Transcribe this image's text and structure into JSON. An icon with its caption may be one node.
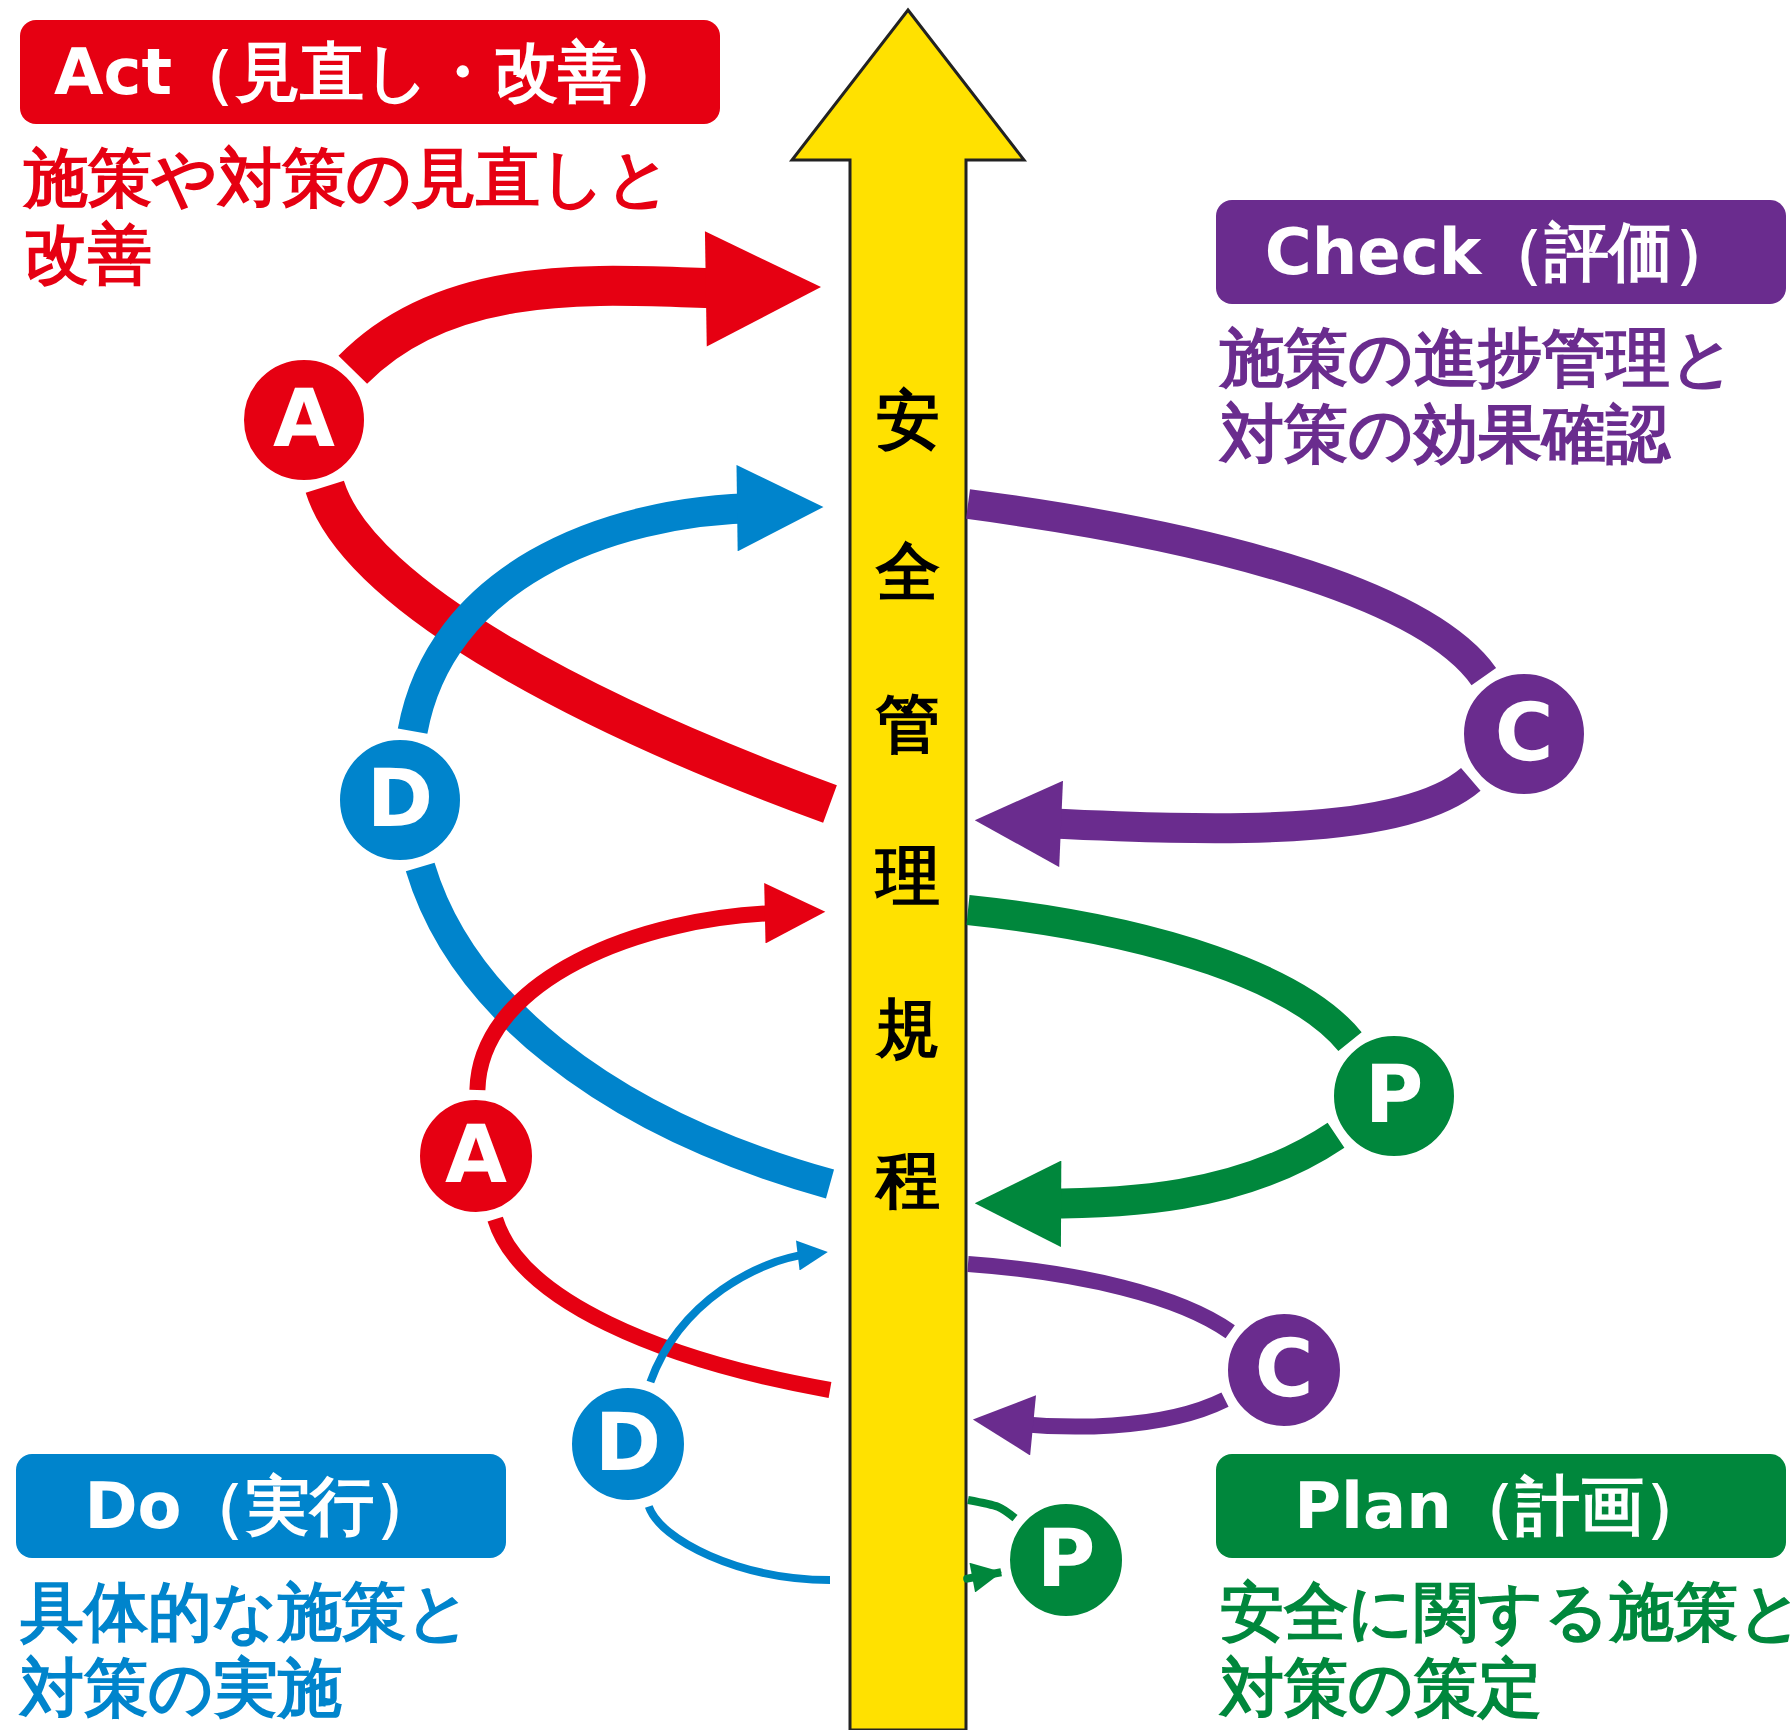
{
  "diagram": {
    "nodes": [
      {
        "text": [
          "Act（見直し・改善）",
          "施策や対策の見直しと改善"
        ]
      },
      {
        "text": [
          "Check（評価）",
          "施策の進捗管理と対策の効果確認"
        ]
      },
      {
        "text": [
          "安全管理規程"
        ]
      },
      {
        "text": [
          "A"
        ]
      },
      {
        "text": [
          "C"
        ]
      },
      {
        "text": [
          "D"
        ]
      },
      {
        "text": [
          "P"
        ]
      },
      {
        "text": [
          "A"
        ]
      },
      {
        "text": [
          "C"
        ]
      },
      {
        "text": [
          "D"
        ]
      },
      {
        "text": [
          "Do（実行）",
          "具体的な施策と対策の実施"
        ]
      },
      {
        "text": [
          "Plan（計画）",
          "安全に関する施策と対策の策定"
        ]
      },
      {
        "text": [
          "P"
        ]
      }
    ],
    "edges": [
      {
        "from": 2,
        "to": 3,
        "arrow": "none",
        "style": "thick",
        "color": "#e60012"
      },
      {
        "from": 3,
        "to": 2,
        "arrow": "to",
        "style": "thick",
        "color": "#e60012"
      },
      {
        "from": 2,
        "to": 4,
        "arrow": "none",
        "style": "thick",
        "color": "#6a2c8e"
      },
      {
        "from": 4,
        "to": 2,
        "arrow": "to",
        "style": "thick",
        "color": "#6a2c8e"
      },
      {
        "from": 2,
        "to": 5,
        "arrow": "none",
        "style": "thick",
        "color": "#0084cc"
      },
      {
        "from": 5,
        "to": 2,
        "arrow": "to",
        "style": "thick",
        "color": "#0084cc"
      },
      {
        "from": 2,
        "to": 6,
        "arrow": "none",
        "style": "thick",
        "color": "#00873c"
      },
      {
        "from": 6,
        "to": 2,
        "arrow": "to",
        "style": "thick",
        "color": "#00873c"
      },
      {
        "from": 2,
        "to": 7,
        "arrow": "none",
        "color": "#e60012"
      },
      {
        "from": 7,
        "to": 2,
        "arrow": "to",
        "color": "#e60012"
      },
      {
        "from": 2,
        "to": 8,
        "arrow": "none",
        "color": "#6a2c8e"
      },
      {
        "from": 8,
        "to": 2,
        "arrow": "to",
        "color": "#6a2c8e"
      },
      {
        "from": 2,
        "to": 9,
        "arrow": "none",
        "color": "#0084cc"
      },
      {
        "from": 9,
        "to": 2,
        "arrow": "to",
        "color": "#0084cc"
      },
      {
        "from": 2,
        "to": 12,
        "arrow": "none",
        "color": "#00873c"
      },
      {
        "from": 12,
        "to": 2,
        "arrow": "to",
        "color": "#00873c"
      }
    ]
  }
}
